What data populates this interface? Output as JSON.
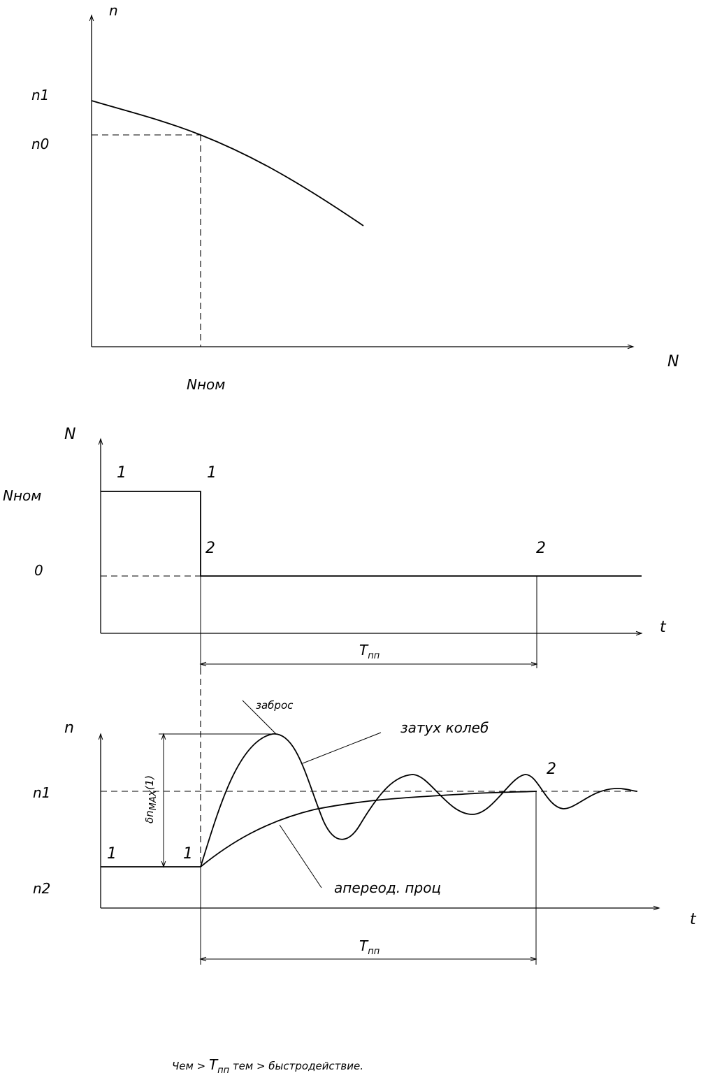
{
  "graph1": {
    "y_axis_label": "n",
    "x_axis_label": "N",
    "tick_n1": "n1",
    "tick_n0": "n0",
    "tick_nnom": "Nном"
  },
  "graph2": {
    "y_axis_label": "N",
    "x_axis_label": "t",
    "tick_nnom": "Nном",
    "tick_zero": "0",
    "point_1a": "1",
    "point_1b": "1",
    "point_2a": "2",
    "point_2b": "2",
    "dim_label_main": "T",
    "dim_label_sub": "пп"
  },
  "graph3": {
    "y_axis_label": "n",
    "x_axis_label": "t",
    "tick_n1": "n1",
    "tick_n2": "n2",
    "point_1a": "1",
    "point_1b": "1",
    "point_2": "2",
    "overshoot_label_main": "δn",
    "overshoot_label_sub": "MAX",
    "overshoot_label_tail": "(1)",
    "annot_overshoot": "заброс",
    "annot_damped": "затух колеб",
    "annot_aperiodic": "апереод. проц",
    "dim_label_main": "T",
    "dim_label_sub": "пп"
  },
  "footer": {
    "part1": "Чем > ",
    "t_main": "T",
    "t_sub": "пп",
    "part2": " тем > быстродействие."
  }
}
